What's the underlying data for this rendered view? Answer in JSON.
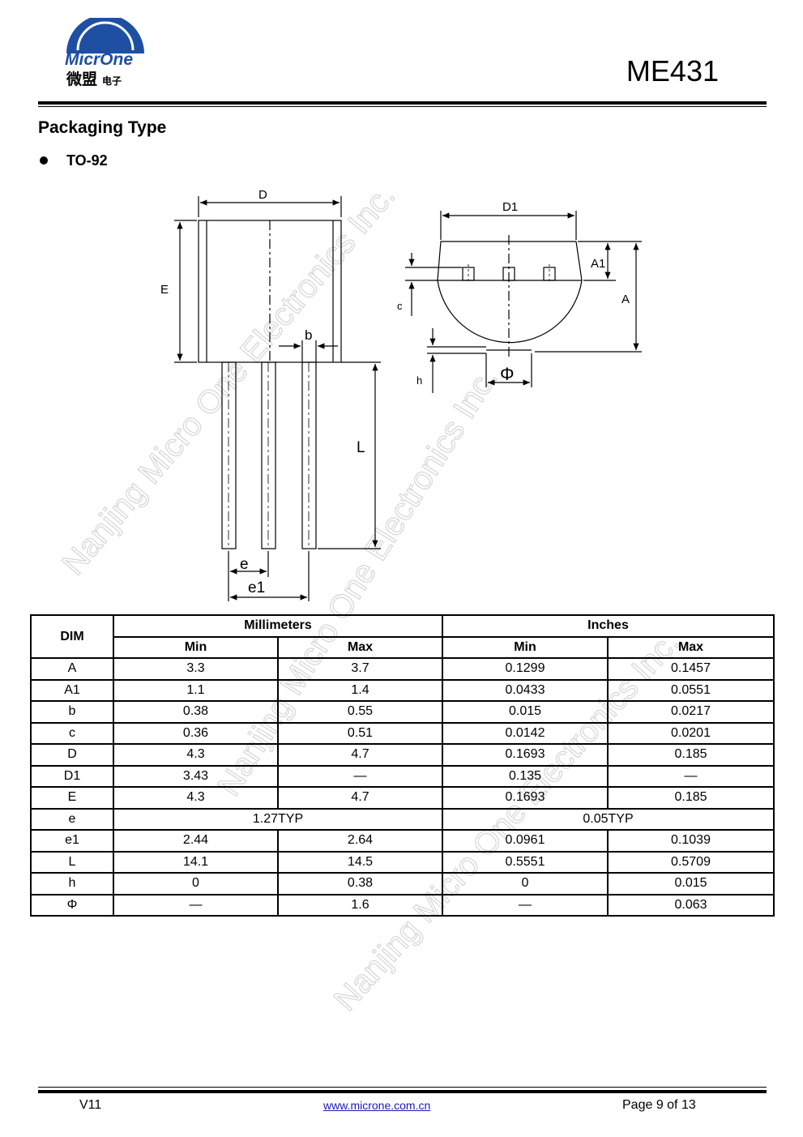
{
  "header": {
    "logo_text": "MicrOne",
    "logo_cn": "微盟",
    "logo_cn_small": "电子",
    "part_number": "ME431"
  },
  "section": {
    "title": "Packaging Type",
    "package": "TO-92"
  },
  "drawing_labels": {
    "D": "D",
    "E": "E",
    "b": "b",
    "L": "L",
    "e": "e",
    "e1": "e1",
    "D1": "D1",
    "A1": "A1",
    "A": "A",
    "c": "c",
    "h": "h",
    "phi": "Φ"
  },
  "watermark": "Nanjing Micro One Electronics Inc.",
  "table": {
    "headers": {
      "dim": "DIM",
      "mm": "Millimeters",
      "inch": "Inches",
      "min": "Min",
      "max": "Max"
    },
    "rows": [
      {
        "dim": "A",
        "mm_min": "3.3",
        "mm_max": "3.7",
        "in_min": "0.1299",
        "in_max": "0.1457"
      },
      {
        "dim": "A1",
        "mm_min": "1.1",
        "mm_max": "1.4",
        "in_min": "0.0433",
        "in_max": "0.0551"
      },
      {
        "dim": "b",
        "mm_min": "0.38",
        "mm_max": "0.55",
        "in_min": "0.015",
        "in_max": "0.0217"
      },
      {
        "dim": "c",
        "mm_min": "0.36",
        "mm_max": "0.51",
        "in_min": "0.0142",
        "in_max": "0.0201"
      },
      {
        "dim": "D",
        "mm_min": "4.3",
        "mm_max": "4.7",
        "in_min": "0.1693",
        "in_max": "0.185"
      },
      {
        "dim": "D1",
        "mm_min": "3.43",
        "mm_max": "—",
        "in_min": "0.135",
        "in_max": "—"
      },
      {
        "dim": "E",
        "mm_min": "4.3",
        "mm_max": "4.7",
        "in_min": "0.1693",
        "in_max": "0.185"
      },
      {
        "dim": "e",
        "mm_typ": "1.27TYP",
        "in_typ": "0.05TYP"
      },
      {
        "dim": "e1",
        "mm_min": "2.44",
        "mm_max": "2.64",
        "in_min": "0.0961",
        "in_max": "0.1039"
      },
      {
        "dim": "L",
        "mm_min": "14.1",
        "mm_max": "14.5",
        "in_min": "0.5551",
        "in_max": "0.5709"
      },
      {
        "dim": "h",
        "mm_min": "0",
        "mm_max": "0.38",
        "in_min": "0",
        "in_max": "0.015"
      },
      {
        "dim": "Φ",
        "mm_min": "—",
        "mm_max": "1.6",
        "in_min": "—",
        "in_max": "0.063"
      }
    ]
  },
  "footer": {
    "version": "V11",
    "url": "www.microne.com.cn",
    "page": "Page 9 of 13"
  },
  "colors": {
    "logo_blue": "#1e4fa3",
    "link_blue": "#1a1ab0",
    "watermark_gray": "#d0d0d0"
  }
}
